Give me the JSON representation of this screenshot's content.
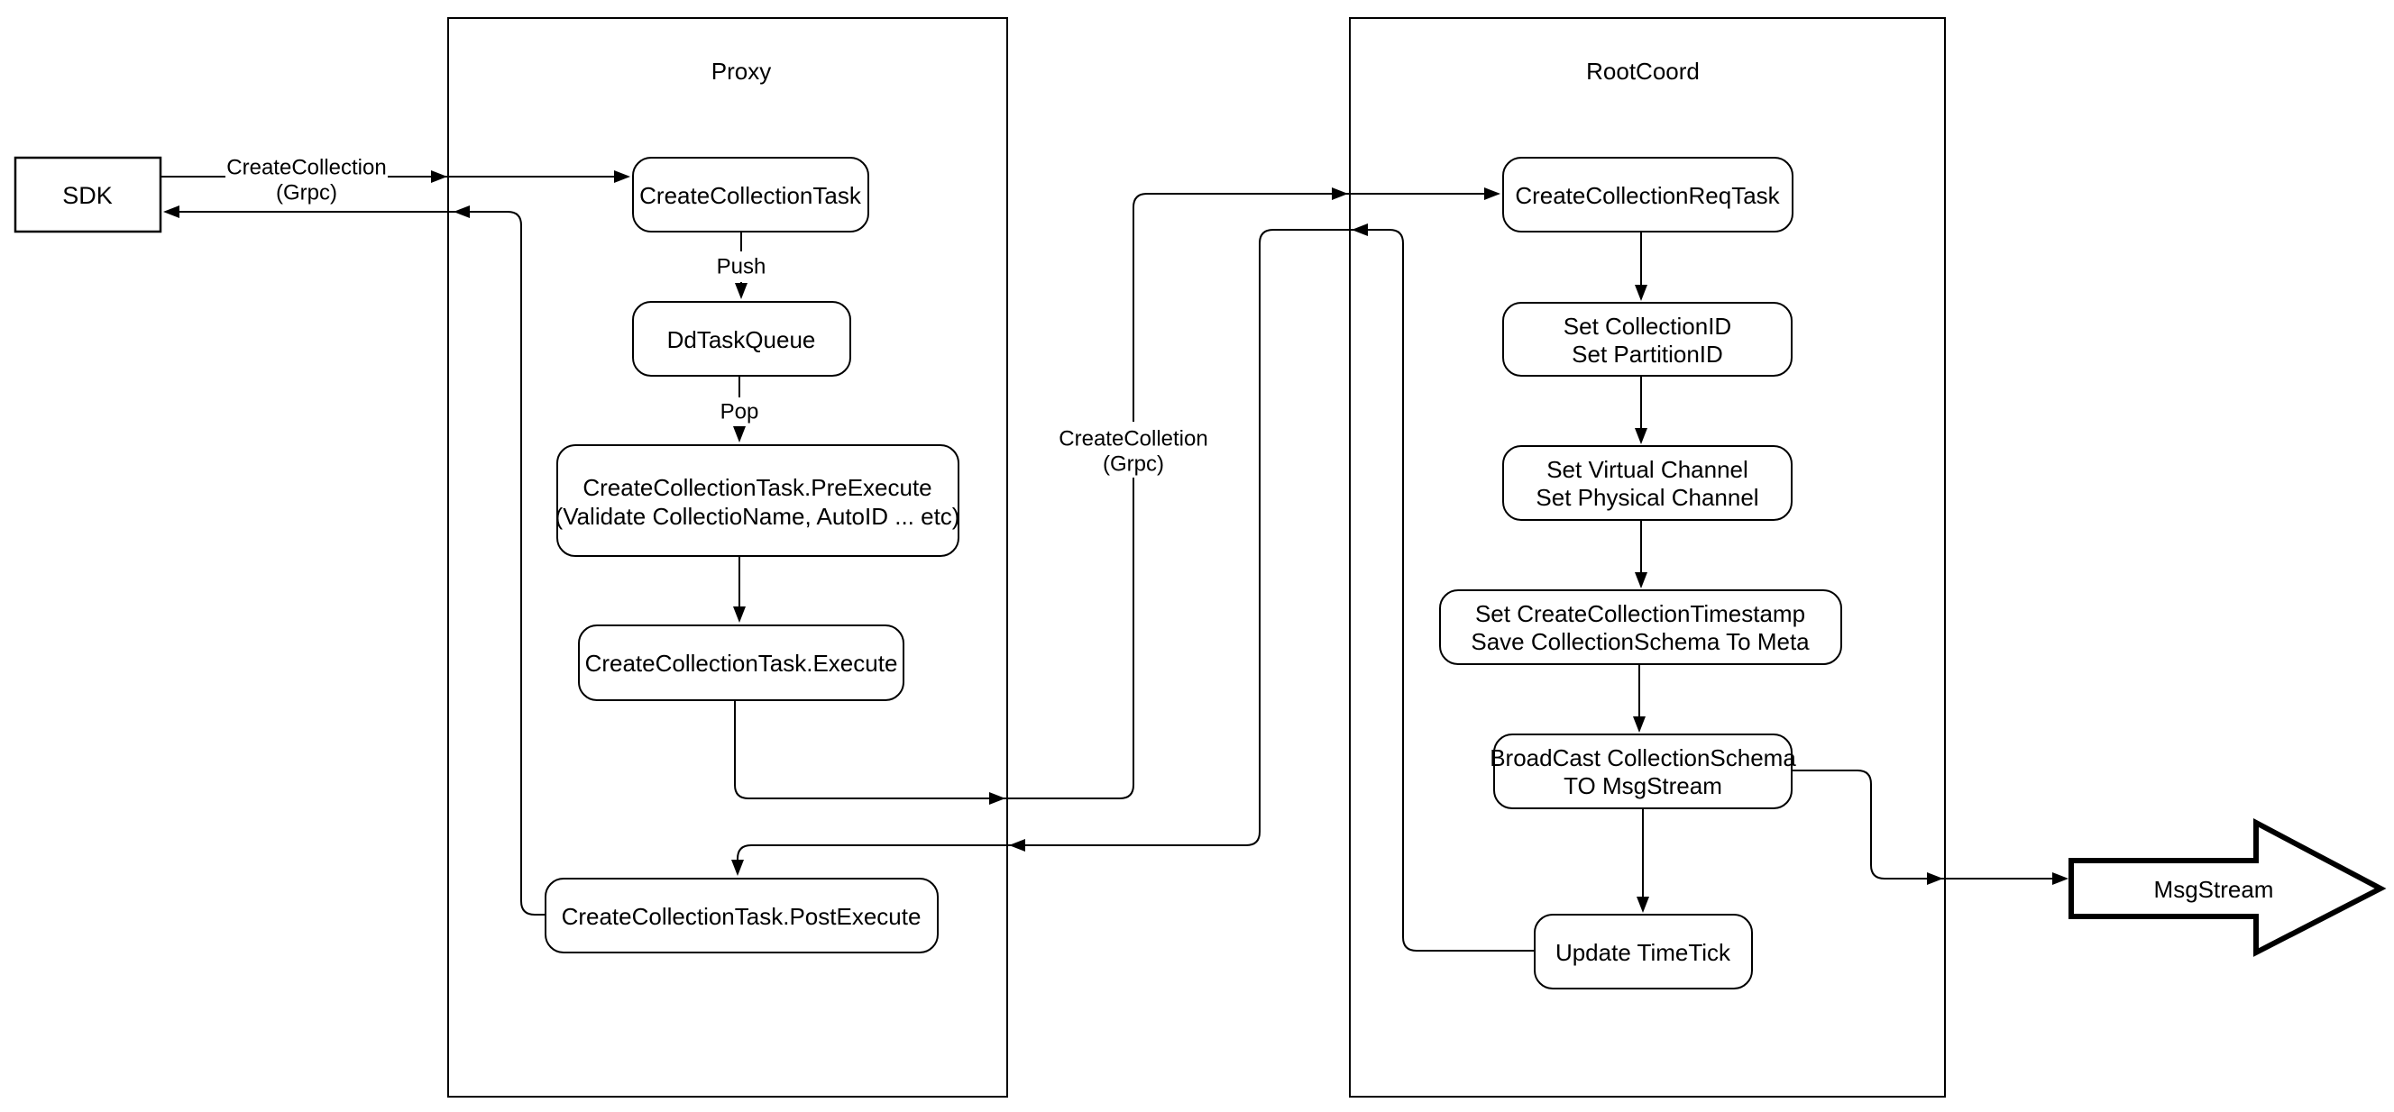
{
  "diagram": {
    "sdk_label": "SDK",
    "proxy": {
      "title": "Proxy",
      "create_collection_task": "CreateCollectionTask",
      "push_label": "Push",
      "dd_task_queue": "DdTaskQueue",
      "pop_label": "Pop",
      "pre_execute_line1": "CreateCollectionTask.PreExecute",
      "pre_execute_line2": "(Validate CollectioName, AutoID ... etc)",
      "execute": "CreateCollectionTask.Execute",
      "post_execute": "CreateCollectionTask.PostExecute"
    },
    "rootcoord": {
      "title": "RootCoord",
      "create_collection_req_task": "CreateCollectionReqTask",
      "set_ids_line1": "Set CollectionID",
      "set_ids_line2": "Set PartitionID",
      "set_channels_line1": "Set Virtual Channel",
      "set_channels_line2": "Set Physical Channel",
      "set_timestamp_line1": "Set CreateCollectionTimestamp",
      "set_timestamp_line2": "Save CollectionSchema To Meta",
      "broadcast_line1": "BroadCast CollectionSchema",
      "broadcast_line2": "TO MsgStream",
      "update_timetick": "Update TimeTick"
    },
    "edges": {
      "sdk_call_line1": "CreateCollection",
      "sdk_call_line2": "(Grpc)",
      "proxy_call_line1": "CreateColletion",
      "proxy_call_line2": "(Grpc)"
    },
    "msgstream_label": "MsgStream",
    "colors": {
      "stroke": "#000000",
      "fill": "#ffffff",
      "background": "#ffffff"
    }
  }
}
